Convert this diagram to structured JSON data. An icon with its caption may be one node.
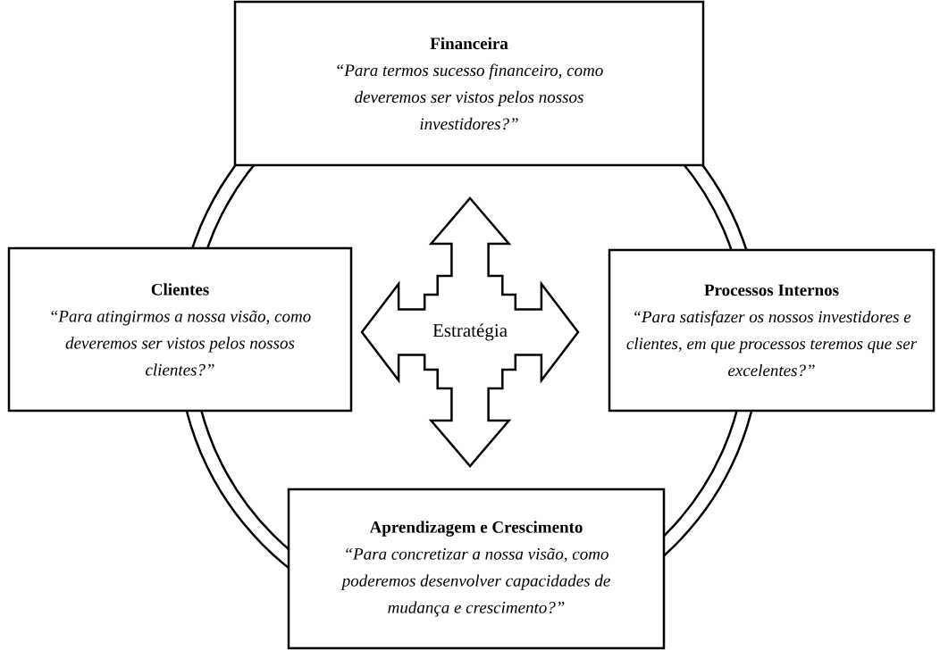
{
  "diagram": {
    "nodes": [
      {
        "text": [
          "Financeira",
          "“Para termos sucesso financeiro, como deveremos ser vistos pelos nossos investidores?”"
        ]
      },
      {
        "text": [
          "Clientes",
          "“Para atingirmos a nossa visão, como deveremos ser vistos pelos nossos clientes?”"
        ]
      },
      {
        "text": [
          "Estratégia"
        ]
      },
      {
        "text": [
          "Processos Internos",
          "“Para satisfazer os nossos investidores e clientes, em que processos teremos que ser excelentes?”"
        ]
      },
      {
        "text": [
          "Aprendizagem e Crescimento",
          "“Para concretizar a nossa visão, como poderemos desenvolver capacidades de mudança e crescimento?”"
        ]
      }
    ]
  }
}
